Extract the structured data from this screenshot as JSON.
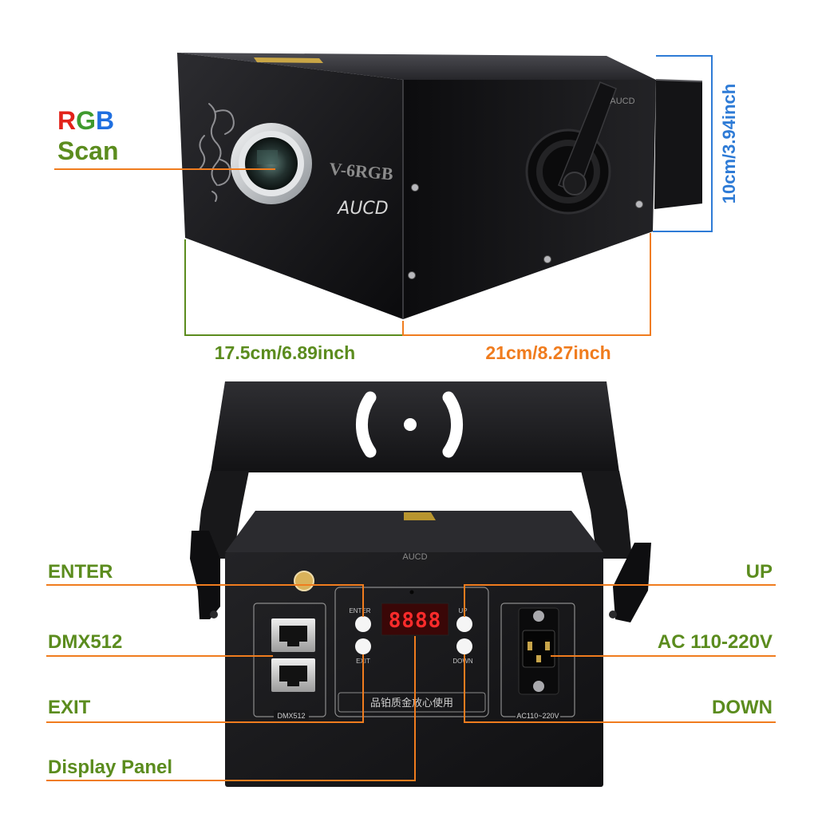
{
  "callouts": {
    "rgb": {
      "r": "R",
      "g": "G",
      "b": "B"
    },
    "scan": "Scan",
    "height": "10cm/3.94inch",
    "length": "17.5cm/6.89inch",
    "width": "21cm/8.27inch",
    "enter": "ENTER",
    "up": "UP",
    "dmx512": "DMX512",
    "ac_power": "AC 110-220V",
    "exit": "EXIT",
    "down": "DOWN",
    "display_panel": "Display Panel"
  },
  "front_unit": {
    "model": "V-6RGB",
    "logo": "AUCD",
    "side_watermark": "AUCD",
    "emblem_icon": "dragon-emblem-icon"
  },
  "rear_panel": {
    "watermark": "AUCD",
    "button_enter": "ENTER",
    "button_up": "UP",
    "button_exit": "EXIT",
    "button_down": "DOWN",
    "display_readout": "8888",
    "dmx_label": "DMX512",
    "slogan": "品铂质金放心使用",
    "power_label": "AC110~220V"
  },
  "colors": {
    "label_green": "#5b8c1e",
    "leader_orange": "#f07c1e",
    "dimension_blue": "#2e7bd6",
    "rgb_red": "#e2231a",
    "rgb_green": "#3f9a2e",
    "rgb_blue": "#1f6fe0",
    "display_red": "#ff2b2b",
    "body_black": "#151517"
  }
}
